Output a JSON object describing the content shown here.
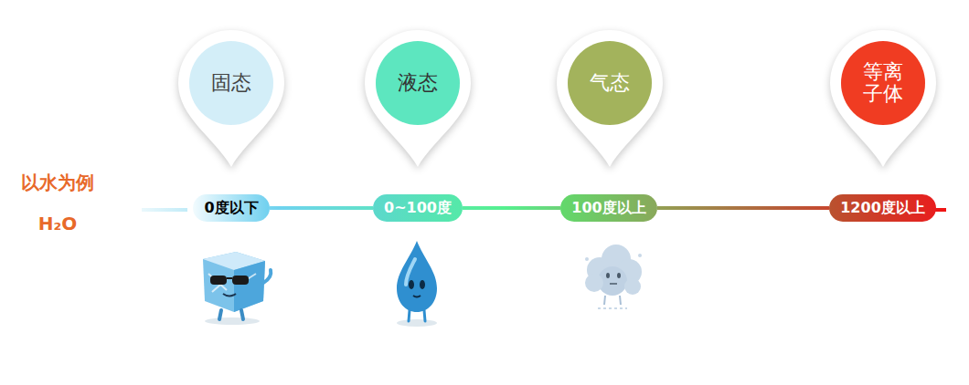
{
  "diagram": {
    "nodes": [
      {
        "text": [
          "固态"
        ]
      },
      {
        "text": [
          "液态"
        ]
      },
      {
        "text": [
          "气态"
        ]
      },
      {
        "text": [
          "等离子体"
        ]
      },
      {
        "text": [
          "0度以下"
        ]
      },
      {
        "text": [
          "0~100度"
        ]
      },
      {
        "text": [
          "100度以上"
        ]
      },
      {
        "text": [
          "1200度以上"
        ]
      }
    ],
    "edges": [
      {
        "from": 4,
        "to": 5,
        "arrow": "none"
      },
      {
        "from": 5,
        "to": 6,
        "arrow": "none"
      },
      {
        "from": 6,
        "to": 7,
        "arrow": "none"
      }
    ],
    "labels": [
      "以水为例",
      "H₂O"
    ]
  }
}
